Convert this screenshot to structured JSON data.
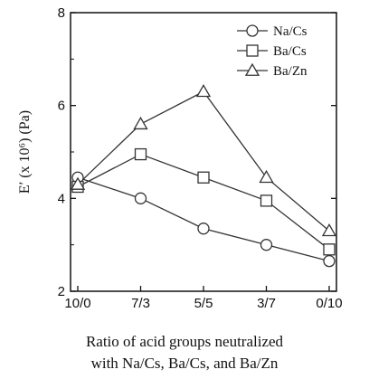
{
  "chart_data": {
    "type": "line",
    "categories": [
      "10/0",
      "7/3",
      "5/5",
      "3/7",
      "0/10"
    ],
    "series": [
      {
        "name": "Na/Cs",
        "marker": "circle",
        "values": [
          4.45,
          4.0,
          3.35,
          3.0,
          2.65
        ]
      },
      {
        "name": "Ba/Cs",
        "marker": "square",
        "values": [
          4.25,
          4.95,
          4.45,
          3.95,
          2.9
        ]
      },
      {
        "name": "Ba/Zn",
        "marker": "triangle",
        "values": [
          4.3,
          5.6,
          6.3,
          4.45,
          3.3
        ]
      }
    ],
    "ylim": [
      2,
      8
    ],
    "yticks": [
      2,
      4,
      6,
      8
    ],
    "ylabel": "E′ (x 10⁶) (Pa)",
    "xlabel_lines": [
      "Ratio of acid groups neutralized",
      "with Na/Cs, Ba/Cs, and Ba/Zn"
    ],
    "legend_position": "top-right",
    "grid": false,
    "colors": {
      "line": "#333333",
      "marker_fill": "#ffffff"
    }
  }
}
